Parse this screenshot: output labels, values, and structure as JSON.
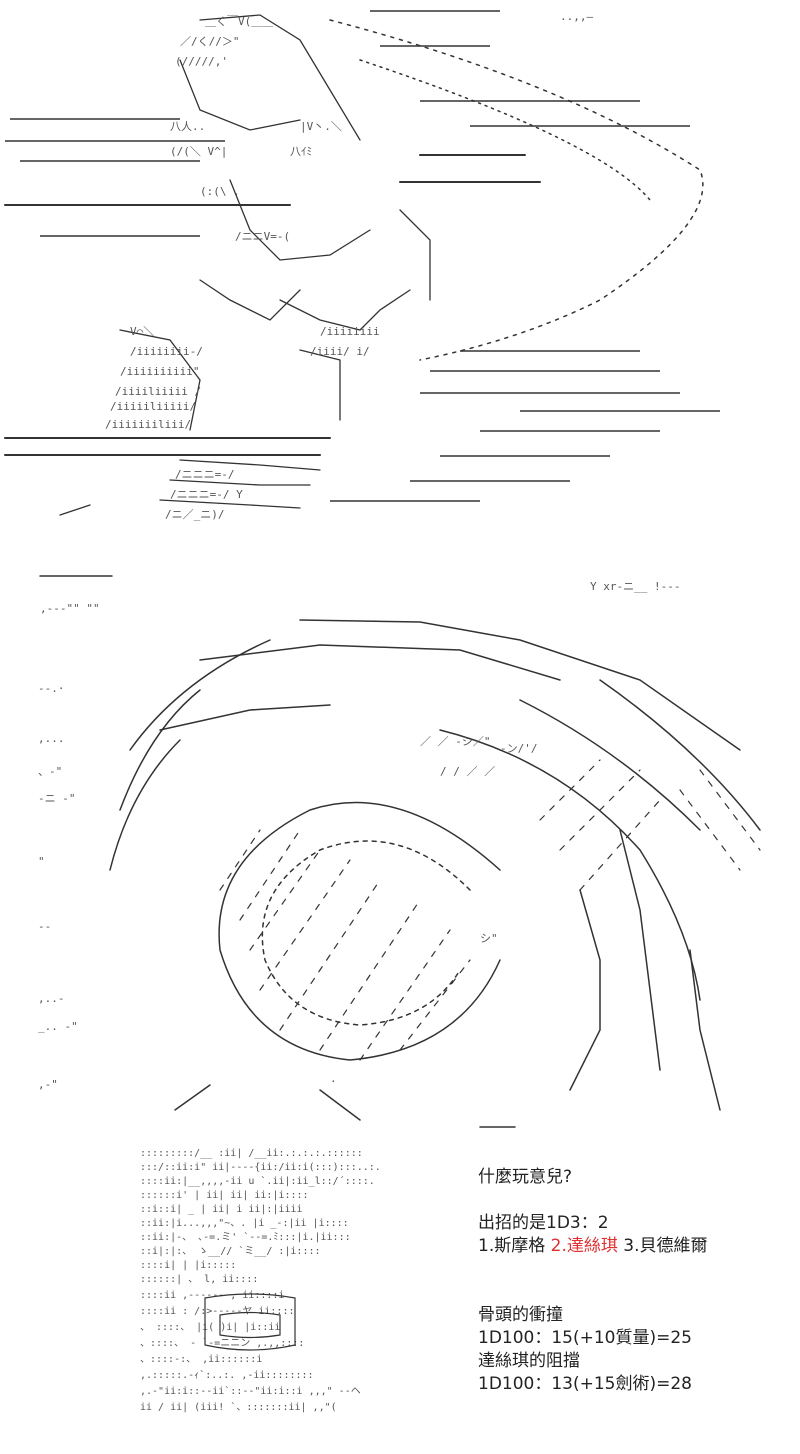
{
  "story": {
    "question": "什麼玩意兒?",
    "roll_line": "出招的是1D3：2",
    "options": [
      {
        "label": "1.斯摩格",
        "highlighted": false
      },
      {
        "label": "2.達絲琪",
        "highlighted": true
      },
      {
        "label": "3.貝德維爾",
        "highlighted": false
      }
    ],
    "impact_title": "骨頭的衝撞",
    "impact_roll": "1D100：15(+10質量)=25",
    "block_title": "達絲琪的阻擋",
    "block_roll": "1D100：13(+15劍術)=28"
  },
  "colors": {
    "highlight": "#e03030",
    "text": "#222222",
    "art_ink": "#333333",
    "background": "#ffffff"
  },
  "art": {
    "top_panel": "ascii-art-swordswoman-slash",
    "middle_panel": "ascii-art-giant-impact-swirl",
    "bottom_panel": "ascii-art-shouting-face"
  }
}
